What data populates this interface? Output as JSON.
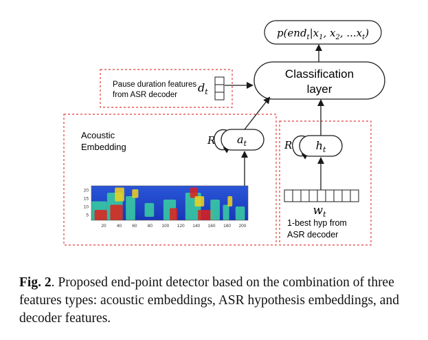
{
  "output_label": {
    "prefix": "p(end",
    "sub": "t",
    "middle": "|x",
    "x1_sub": "1",
    "sep1": ", x",
    "x2_sub": "2",
    "sep2": ", ...x",
    "xt_sub": "t",
    "suffix": ")"
  },
  "classification_layer": {
    "line1": "Classification",
    "line2": "layer"
  },
  "pause_features": {
    "line1": "Pause duration features",
    "line2": "from ASR decoder",
    "var": "d",
    "var_sub": "t"
  },
  "acoustic": {
    "line1": "Acoustic",
    "line2": "Embedding",
    "recurrence_label": "R",
    "node_var": "a",
    "node_sub": "t",
    "spectrogram": {
      "y_ticks": [
        "20",
        "15",
        "10",
        "5"
      ],
      "x_ticks": [
        "20",
        "40",
        "60",
        "80",
        "100",
        "120",
        "140",
        "160",
        "180",
        "200"
      ]
    }
  },
  "asr": {
    "recurrence_label": "R",
    "node_var": "h",
    "node_sub": "t",
    "word_var": "w",
    "word_sub": "t",
    "line1": "1-best hyp from",
    "line2": "ASR decoder"
  },
  "caption": {
    "label": "Fig. 2",
    "text": ". Proposed end-point detector based on the combination of three features types: acoustic embeddings, ASR hypothesis embeddings, and decoder features."
  },
  "colors": {
    "dashed_border": "#e23b3b",
    "line": "#1a1a1a",
    "spectrogram_bg": "#1f3fc8",
    "spectrogram_hot": "#e0201a",
    "spectrogram_warm": "#f2d21a",
    "spectrogram_mid": "#3ad0a0"
  }
}
